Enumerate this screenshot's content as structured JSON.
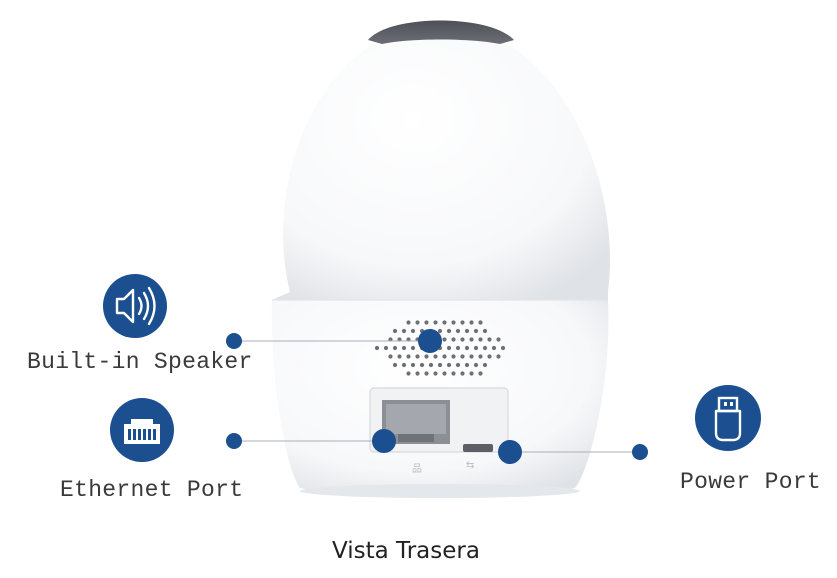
{
  "labels": {
    "speaker": "Built-in Speaker",
    "ethernet": "Ethernet Port",
    "power": "Power Port"
  },
  "caption": "Vista Trasera",
  "icons": {
    "speaker": "speaker-icon",
    "ethernet": "ethernet-port-icon",
    "power": "usb-plug-icon"
  },
  "colors": {
    "accent": "#1b4f8f",
    "camera_body": "#f6f7f9",
    "camera_lens": "#565a60"
  }
}
